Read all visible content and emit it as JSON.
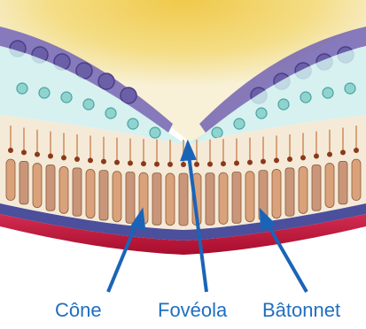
{
  "labels": {
    "cone": "Cône",
    "foveola": "Fovéola",
    "rod": "Bâtonnet"
  },
  "colors": {
    "yellow_center": "#f3d65a",
    "yellow_edge": "#f7eed0",
    "ganglion_purple": "#6b5fa8",
    "bipolar_teal": "#8fd3cf",
    "photoreceptor_tan": "#d9a27a",
    "rod_outer": "#c9967a",
    "pigment_band": "#4b4f9c",
    "choroid_red": "#c7163b",
    "label_blue": "#1f6fbf",
    "arrow_blue": "#1a64b8"
  }
}
